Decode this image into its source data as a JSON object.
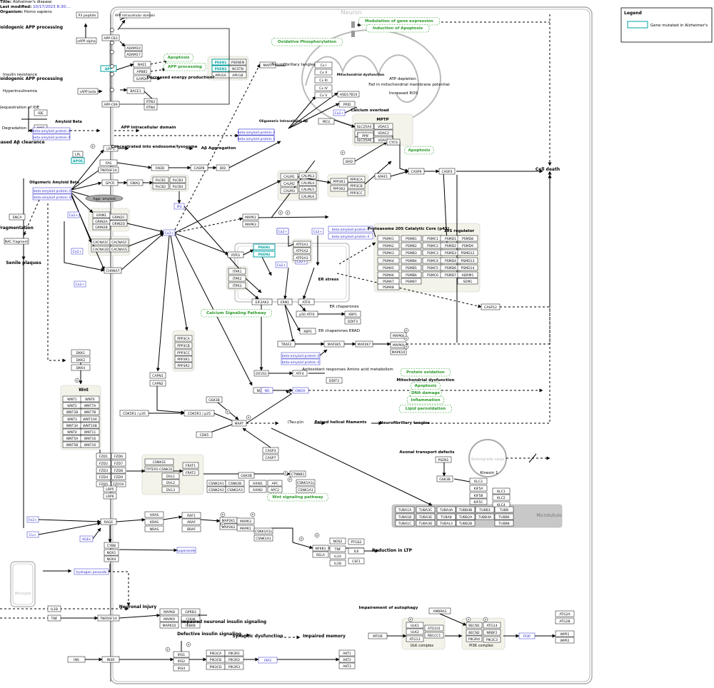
{
  "meta": {
    "title_label": "Title:",
    "title": "Alzheimer's disease",
    "modified_label": "Last modified:",
    "modified": "10/17/2023 8:30:...",
    "organism_label": "Organism:",
    "organism": "Homo sapiens"
  },
  "colors": {
    "mutated": "#00a0a0",
    "metabolite": "#2a2acc",
    "process": "#2a9a2a",
    "compartment_fill": "#f4f3ea",
    "compartment_border": "#999999",
    "microtubule_fill": "#c8c8c8"
  },
  "legend": {
    "title": "Legend",
    "item": "Gene mutated in Alzheimer's"
  },
  "compartments": {
    "neuron": "Neuron",
    "microglia": "Microglia",
    "microtubule": "Microtubule",
    "anterograde": "Anterograde cargo"
  },
  "genes": [
    {
      "t": "P3 peptide"
    },
    {
      "t": "APP intracellular domain"
    },
    {
      "t": "APP-C83"
    },
    {
      "t": "sAPP alpha"
    },
    {
      "t": "ADAM10"
    },
    {
      "t": "ADAM17"
    },
    {
      "t": "APP",
      "m": true
    },
    {
      "t": "NAE1"
    },
    {
      "t": "APBB1"
    },
    {
      "t": "GAPDH"
    },
    {
      "t": "PSEN1",
      "m": true
    },
    {
      "t": "PSEN2",
      "m": true
    },
    {
      "t": "APH1A"
    },
    {
      "t": "PSENEN"
    },
    {
      "t": "NCSTN"
    },
    {
      "t": "APH1B"
    },
    {
      "t": "sAPP beta"
    },
    {
      "t": "BACE1"
    },
    {
      "t": "RTN3"
    },
    {
      "t": "RTN4"
    },
    {
      "t": "APP-C99"
    },
    {
      "t": "IDE"
    },
    {
      "t": "MME"
    },
    {
      "t": "beta-amyloid protein 4",
      "c": "met"
    },
    {
      "t": "beta-amyloid protein 4",
      "c": "met"
    },
    {
      "t": "beta-amyloid protein 4",
      "c": "met"
    },
    {
      "t": "beta-amyloid protein 4",
      "c": "met"
    },
    {
      "t": "LPL"
    },
    {
      "t": "APOE",
      "m": true
    },
    {
      "t": "LRP1"
    },
    {
      "t": "FAS"
    },
    {
      "t": "TNFRSF1A"
    },
    {
      "t": "FADD"
    },
    {
      "t": "CASP8"
    },
    {
      "t": "BID"
    },
    {
      "t": "GPCR"
    },
    {
      "t": "GNAQ"
    },
    {
      "t": "PLCB1"
    },
    {
      "t": "PLCB2"
    },
    {
      "t": "PLCB3"
    },
    {
      "t": "PLCB4"
    },
    {
      "t": "IP3",
      "c": "met"
    },
    {
      "t": "beta-amyloid protein 4",
      "c": "met"
    },
    {
      "t": "beta-amyloid protein 4",
      "c": "met"
    },
    {
      "t": "Aggr. amyloid",
      "c": "oval"
    },
    {
      "t": "SNCA"
    },
    {
      "t": "NAC fragment"
    },
    {
      "t": "GRIN1"
    },
    {
      "t": "GRIN2A"
    },
    {
      "t": "GRIN2B"
    },
    {
      "t": "GRIN2C"
    },
    {
      "t": "GRIN2D"
    },
    {
      "t": "CACNA1C"
    },
    {
      "t": "CACNA1D"
    },
    {
      "t": "CACNA1F"
    },
    {
      "t": "CACNA1S"
    },
    {
      "t": "CHRNA7"
    },
    {
      "t": "Ca2+",
      "c": "met"
    },
    {
      "t": "Ca2+",
      "c": "met"
    },
    {
      "t": "Ca2+",
      "c": "met"
    },
    {
      "t": "Ca2+",
      "c": "met"
    },
    {
      "t": "Ca2+",
      "c": "met"
    },
    {
      "t": "CALM1"
    },
    {
      "t": "CALM2"
    },
    {
      "t": "CALM3"
    },
    {
      "t": "CALML3"
    },
    {
      "t": "CALML4"
    },
    {
      "t": "CALML5"
    },
    {
      "t": "CALML6"
    },
    {
      "t": "PPP3R1"
    },
    {
      "t": "PPP3R2"
    },
    {
      "t": "PPP3CA"
    },
    {
      "t": "PPP3CB"
    },
    {
      "t": "PPP3CC"
    },
    {
      "t": "MAPT"
    },
    {
      "t": "Cx I"
    },
    {
      "t": "Cx II"
    },
    {
      "t": "Cx III"
    },
    {
      "t": "Cx IV"
    },
    {
      "t": "Cx V"
    },
    {
      "t": "HSD17B10"
    },
    {
      "t": "PPID"
    },
    {
      "t": "Ca2+",
      "c": "met"
    },
    {
      "t": "MCU"
    },
    {
      "t": "SLC25A4"
    },
    {
      "t": "SLC25A5"
    },
    {
      "t": "SLC25A6"
    },
    {
      "t": "VDAC1"
    },
    {
      "t": "VDAC2"
    },
    {
      "t": "VDAC3"
    },
    {
      "t": "PPIF"
    },
    {
      "t": "beta-amyloid protein 4",
      "c": "met"
    },
    {
      "t": "beta-amyloid protein 4",
      "c": "met"
    },
    {
      "t": "BAD"
    },
    {
      "t": "CYCS"
    },
    {
      "t": "APAF1"
    },
    {
      "t": "CASP9"
    },
    {
      "t": "CASP3"
    },
    {
      "t": "MAPK1"
    },
    {
      "t": "MAPK3"
    },
    {
      "t": "Ca2+",
      "c": "met"
    },
    {
      "t": "Ca2+",
      "c": "met"
    },
    {
      "t": "Ca2+",
      "c": "met"
    },
    {
      "t": "Ca2+",
      "c": "met"
    },
    {
      "t": "beta-amyloid protein 4",
      "c": "met"
    },
    {
      "t": "beta-amyloid protein 4",
      "c": "met"
    },
    {
      "t": "RYR3"
    },
    {
      "t": "PSEN1",
      "m": true
    },
    {
      "t": "PSEN2",
      "m": true
    },
    {
      "t": "ATP2A1"
    },
    {
      "t": "ATP2A2"
    },
    {
      "t": "ATP2A3"
    },
    {
      "t": "ITPR1"
    },
    {
      "t": "ITPR2"
    },
    {
      "t": "ITPR3"
    },
    {
      "t": "EIF2AK3"
    },
    {
      "t": "ERN1"
    },
    {
      "t": "ATF6"
    },
    {
      "t": "p50 ATF6"
    },
    {
      "t": "XBP1"
    },
    {
      "t": "DDIT3"
    },
    {
      "t": "XBP1"
    },
    {
      "t": "TRAF2"
    },
    {
      "t": "MAP3K5"
    },
    {
      "t": "MAP2K7"
    },
    {
      "t": "MAPK8"
    },
    {
      "t": "MAPK9"
    },
    {
      "t": "MAPK10"
    },
    {
      "t": "CASP12"
    },
    {
      "t": "beta-amyloid protein 4",
      "c": "met"
    },
    {
      "t": "beta-amyloid protein 4",
      "c": "met"
    },
    {
      "t": "EIF2S1"
    },
    {
      "t": "ATF4"
    },
    {
      "t": "DDIT3"
    },
    {
      "t": "NOS1"
    },
    {
      "t": "NO",
      "c": "met"
    },
    {
      "t": "ONOO-",
      "c": "met"
    },
    {
      "t": "PSMA1"
    },
    {
      "t": "PSMA2"
    },
    {
      "t": "PSMA3"
    },
    {
      "t": "PSMA4"
    },
    {
      "t": "PSMA5"
    },
    {
      "t": "PSMA6"
    },
    {
      "t": "PSMA7"
    },
    {
      "t": "PSMA8"
    },
    {
      "t": "PSMB1"
    },
    {
      "t": "PSMB2"
    },
    {
      "t": "PSMB3"
    },
    {
      "t": "PSMB4"
    },
    {
      "t": "PSMB5"
    },
    {
      "t": "PSMB6"
    },
    {
      "t": "PSMB7"
    },
    {
      "t": "PSMC1"
    },
    {
      "t": "PSMC2"
    },
    {
      "t": "PSMC3"
    },
    {
      "t": "PSMC4"
    },
    {
      "t": "PSMC5"
    },
    {
      "t": "PSMC6"
    },
    {
      "t": "PSMD1"
    },
    {
      "t": "PSMD2"
    },
    {
      "t": "PSMD3"
    },
    {
      "t": "PSMD4"
    },
    {
      "t": "PSMD6"
    },
    {
      "t": "PSMD7"
    },
    {
      "t": "PSMD8"
    },
    {
      "t": "PSMD9"
    },
    {
      "t": "PSMD12"
    },
    {
      "t": "PSMD13"
    },
    {
      "t": "PSMD14"
    },
    {
      "t": "ADRM1"
    },
    {
      "t": "SEM1"
    },
    {
      "t": "DKK1"
    },
    {
      "t": "DKK2"
    },
    {
      "t": "DKK4"
    },
    {
      "t": "WNT1"
    },
    {
      "t": "WNT2"
    },
    {
      "t": "WNT2B"
    },
    {
      "t": "WNT3"
    },
    {
      "t": "WNT3A"
    },
    {
      "t": "WNT4"
    },
    {
      "t": "WNT5A"
    },
    {
      "t": "WNT5B"
    },
    {
      "t": "WNT6"
    },
    {
      "t": "WNT7A"
    },
    {
      "t": "WNT7B"
    },
    {
      "t": "WNT10A"
    },
    {
      "t": "WNT10B"
    },
    {
      "t": "WNT11"
    },
    {
      "t": "WNT16"
    },
    {
      "t": "WNT16"
    },
    {
      "t": "PPP3CA"
    },
    {
      "t": "PPP3CB"
    },
    {
      "t": "PPP3CC"
    },
    {
      "t": "PPP3R1"
    },
    {
      "t": "PPP3R2"
    },
    {
      "t": "CAPN1"
    },
    {
      "t": "CAPN2"
    },
    {
      "t": "CDK5R1 / p35"
    },
    {
      "t": "CDK5R1 / p25"
    },
    {
      "t": "CDK5"
    },
    {
      "t": "GSK3B"
    },
    {
      "t": "MAPT"
    },
    {
      "t": "CASP3"
    },
    {
      "t": "CASP7"
    },
    {
      "t": "FZD1"
    },
    {
      "t": "FZD2"
    },
    {
      "t": "FZD3"
    },
    {
      "t": "FZD4"
    },
    {
      "t": "FZD5"
    },
    {
      "t": "FZD6"
    },
    {
      "t": "FZD7"
    },
    {
      "t": "FZD8"
    },
    {
      "t": "FZD9"
    },
    {
      "t": "FZD10"
    },
    {
      "t": "LRP5"
    },
    {
      "t": "LRP6"
    },
    {
      "t": "CSNK1E"
    },
    {
      "t": "TPTEP2-CSNK1E"
    },
    {
      "t": "DVL1"
    },
    {
      "t": "DVL2"
    },
    {
      "t": "DVL3"
    },
    {
      "t": "FRAT1"
    },
    {
      "t": "FRAT2"
    },
    {
      "t": "GSK3B"
    },
    {
      "t": "CTNNB1"
    },
    {
      "t": "CSNK2A1"
    },
    {
      "t": "CSNK2A2"
    },
    {
      "t": "CSNK2B"
    },
    {
      "t": "CSNK2A3"
    },
    {
      "t": "AXIN1"
    },
    {
      "t": "AXIN2"
    },
    {
      "t": "APC"
    },
    {
      "t": "APC2"
    },
    {
      "t": "CSNK1A1L"
    },
    {
      "t": "CSNK1A1"
    },
    {
      "t": "PSEN1"
    },
    {
      "t": "GSK3B"
    },
    {
      "t": "KLC3"
    },
    {
      "t": "KLC1"
    },
    {
      "t": "KLC2"
    },
    {
      "t": "KLC4"
    },
    {
      "t": "KIF5A"
    },
    {
      "t": "KIF5B"
    },
    {
      "t": "KIF5C"
    },
    {
      "t": "TUBA1A"
    },
    {
      "t": "TUBA1B"
    },
    {
      "t": "TUBA1C"
    },
    {
      "t": "TUBA3C"
    },
    {
      "t": "TUBA3E"
    },
    {
      "t": "TUBA3D"
    },
    {
      "t": "TUBA4A"
    },
    {
      "t": "TUBA8"
    },
    {
      "t": "TUBAL3"
    },
    {
      "t": "TUBB2A"
    },
    {
      "t": "TUBB2B"
    },
    {
      "t": "TUBB3"
    },
    {
      "t": "TUBB4A"
    },
    {
      "t": "TUBB4B"
    },
    {
      "t": "TUBB"
    },
    {
      "t": "TUBB6"
    },
    {
      "t": "TUBB8"
    },
    {
      "t": "Fe2+",
      "c": "met"
    },
    {
      "t": "Cu+",
      "c": "met"
    },
    {
      "t": "AGEs",
      "c": "met"
    },
    {
      "t": "RAGE"
    },
    {
      "t": "HRAS"
    },
    {
      "t": "KRAS"
    },
    {
      "t": "NRAS"
    },
    {
      "t": "RAF1"
    },
    {
      "t": "ARAF"
    },
    {
      "t": "BRAF"
    },
    {
      "t": "MAP2K1"
    },
    {
      "t": "MAP2K2"
    },
    {
      "t": "MAPK3"
    },
    {
      "t": "MAPK1"
    },
    {
      "t": "CSNK1A1L"
    },
    {
      "t": "CSNK1A1"
    },
    {
      "t": "CYBB"
    },
    {
      "t": "NOX1"
    },
    {
      "t": "NOX4"
    },
    {
      "t": "superoxide",
      "c": "met"
    },
    {
      "t": "hydrogen peroxide",
      "c": "met"
    },
    {
      "t": "NFKB1"
    },
    {
      "t": "RELA"
    },
    {
      "t": "NOS2"
    },
    {
      "t": "TNF"
    },
    {
      "t": "IL1A"
    },
    {
      "t": "IL1B"
    },
    {
      "t": "PTGS2"
    },
    {
      "t": "IL6"
    },
    {
      "t": "CSF1"
    },
    {
      "t": "IL1B"
    },
    {
      "t": "TNF"
    },
    {
      "t": "TNFRSF1A"
    },
    {
      "t": "MAPK8"
    },
    {
      "t": "MAPK9"
    },
    {
      "t": "MAPK10"
    },
    {
      "t": "GPRB3"
    },
    {
      "t": "CHUK"
    },
    {
      "t": "IKBKB"
    },
    {
      "t": "INS"
    },
    {
      "t": "INSR"
    },
    {
      "t": "IRS1"
    },
    {
      "t": "IRS2"
    },
    {
      "t": "IRS4"
    },
    {
      "t": "PIK3CA"
    },
    {
      "t": "PIK3CB"
    },
    {
      "t": "PIK3CD"
    },
    {
      "t": "PIK3R1"
    },
    {
      "t": "PIK3R2"
    },
    {
      "t": "PIK3R3"
    },
    {
      "t": "PIP3",
      "c": "met"
    },
    {
      "t": "AKT1"
    },
    {
      "t": "AKT2"
    },
    {
      "t": "AKT3"
    },
    {
      "t": "AMBRA1"
    },
    {
      "t": "MTOR"
    },
    {
      "t": "ULK1"
    },
    {
      "t": "ULK2"
    },
    {
      "t": "ATG13"
    },
    {
      "t": "ATG101"
    },
    {
      "t": "RB1CC1"
    },
    {
      "t": "BECN1"
    },
    {
      "t": "BECN2"
    },
    {
      "t": "PIK3R4"
    },
    {
      "t": "ATG14"
    },
    {
      "t": "NRBF2"
    },
    {
      "t": "PIK3C3"
    },
    {
      "t": "PI3P",
      "c": "met"
    },
    {
      "t": "ATG2A"
    },
    {
      "t": "ATG2B"
    },
    {
      "t": "WIPI1"
    },
    {
      "t": "WIPI2"
    }
  ],
  "labels": [
    {
      "t": "Nonamyloidogenic APP processing",
      "s": "b"
    },
    {
      "t": "Amyloidogenic APP processing",
      "s": "b"
    },
    {
      "t": "Apoptosis",
      "s": "g"
    },
    {
      "t": "APP processing",
      "s": "g"
    },
    {
      "t": "Decreased energy production?",
      "s": "b"
    },
    {
      "t": "Insulin resistance",
      "s": "n"
    },
    {
      "t": "Hyperinsulinemia",
      "s": "n"
    },
    {
      "t": "Sequestration of IDE",
      "s": "n"
    },
    {
      "t": "Degradation",
      "s": "n"
    },
    {
      "t": "Decreased Aβ clearance",
      "s": "b"
    },
    {
      "t": "Amyloid Beta",
      "s": "b"
    },
    {
      "t": "APP Intracellular domain",
      "s": "b"
    },
    {
      "t": "Oligomeric Intracellular Aβ",
      "s": "b"
    },
    {
      "t": "Concentrated into endosome/lysosome",
      "s": "b"
    },
    {
      "t": "Aβ Aggregation",
      "s": "b"
    },
    {
      "t": "Oligomeric Amyloid Beta",
      "s": "b"
    },
    {
      "t": "Fragmentation",
      "s": "b"
    },
    {
      "t": "Senile plaques",
      "s": "b"
    },
    {
      "t": "Modulation of gene expression",
      "s": "g"
    },
    {
      "t": "Induction of Apoptosis",
      "s": "g"
    },
    {
      "t": "Oxidative Phosphorylation",
      "s": "g"
    },
    {
      "t": "Neurofibrillary tangles",
      "s": "n"
    },
    {
      "t": "Mitochondrial dysfunction",
      "s": "b"
    },
    {
      "t": "ATP depletion",
      "s": "n"
    },
    {
      "t": "Fall in mitochondrial membrane potential",
      "s": "n"
    },
    {
      "t": "Increased ROS",
      "s": "n"
    },
    {
      "t": "Calcium overload",
      "s": "b"
    },
    {
      "t": "MPTP",
      "s": "b"
    },
    {
      "t": "Apoptosis",
      "s": "g"
    },
    {
      "t": "Cell death",
      "s": "b"
    },
    {
      "t": "Proteasome 20S Catalytic Core (p45)",
      "s": "b"
    },
    {
      "t": "19S regulator",
      "s": "b"
    },
    {
      "t": "ER stress",
      "s": "b"
    },
    {
      "t": "Calcium Signaling Pathway",
      "s": "g"
    },
    {
      "t": "ER chaperones",
      "s": "n"
    },
    {
      "t": "ER chaperones ERAD",
      "s": "n"
    },
    {
      "t": "Antioxidant responses Amino acid metabolism",
      "s": "n"
    },
    {
      "t": "Protein oxidation",
      "s": "g"
    },
    {
      "t": "Mitochondrial dysfunction",
      "s": "b"
    },
    {
      "t": "Apoptosis",
      "s": "g"
    },
    {
      "t": "DNA damage",
      "s": "g"
    },
    {
      "t": "Inflammation",
      "s": "g"
    },
    {
      "t": "Lipid peroxidation",
      "s": "g"
    },
    {
      "t": "Wnt",
      "s": "b"
    },
    {
      "t": "(Tau-p)n",
      "s": "n"
    },
    {
      "t": "Paired helical filaments",
      "s": "b"
    },
    {
      "t": "Neurofibrillary tangles",
      "s": "b"
    },
    {
      "t": "Axonal transport defects",
      "s": "b"
    },
    {
      "t": "Kinesin 1",
      "s": "n"
    },
    {
      "t": "Wnt signaling pathway",
      "s": "g"
    },
    {
      "t": "Reduction in LTP",
      "s": "b"
    },
    {
      "t": "Neuronal Injury",
      "s": "b"
    },
    {
      "t": "Impaired neuronal insulin signaling",
      "s": "b"
    },
    {
      "t": "Defective insulin signaling",
      "s": "b"
    },
    {
      "t": "Synaptic dysfunction",
      "s": "b"
    },
    {
      "t": "Impaired memory",
      "s": "b"
    },
    {
      "t": "Impairement of autophagy",
      "s": "b"
    },
    {
      "t": "ULK complex",
      "s": "n"
    },
    {
      "t": "PI3K complex",
      "s": "n"
    }
  ]
}
